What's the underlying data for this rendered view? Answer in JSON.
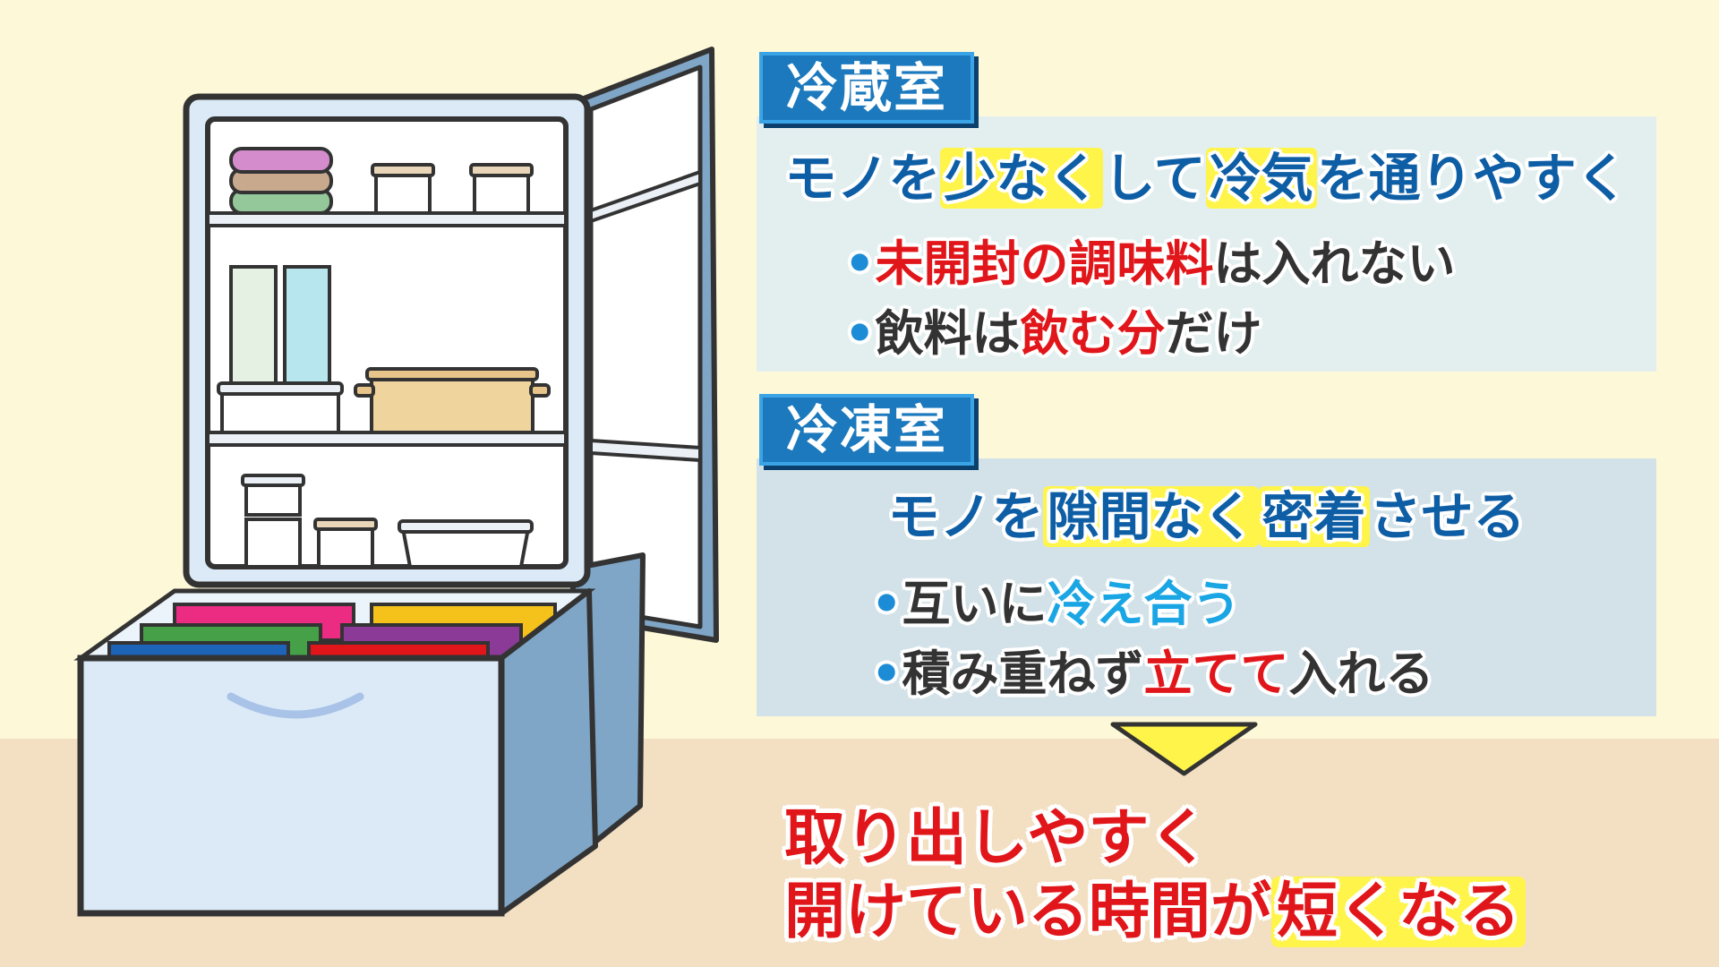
{
  "fridge_section": {
    "tag": "冷蔵室",
    "headline": {
      "p1": "モノを",
      "p2": "少なく",
      "p3": "して",
      "p4": "冷気",
      "p5": "を通りやすく"
    },
    "bullet1": {
      "dot": "•",
      "p1": "未開封の調味料",
      "p2": "は入れない"
    },
    "bullet2": {
      "dot": "•",
      "p1": "飲料は",
      "p2": "飲む分",
      "p3": "だけ"
    }
  },
  "freezer_section": {
    "tag": "冷凍室",
    "headline": {
      "p1": "モノを",
      "p2": "隙間なく",
      "p3": "密着",
      "p4": "させる"
    },
    "bullet1": {
      "dot": "•",
      "p1": "互いに",
      "p2": "冷え合う"
    },
    "bullet2": {
      "dot": "•",
      "p1": "積み重ねず",
      "p2": "立てて",
      "p3": "入れる"
    }
  },
  "conclusion": {
    "line1": "取り出しやすく",
    "line2_p1": "開けている時間が",
    "line2_p2": "短くなる"
  },
  "colors": {
    "tag_blue": "#1c79bd",
    "headline_blue": "#0e5ea6",
    "highlight_yellow": "#fff44a",
    "highlight_cyan": "#18a7e6",
    "accent_red": "#e1161a",
    "wall": "#fdf8d8",
    "floor": "#f3dfc2"
  }
}
